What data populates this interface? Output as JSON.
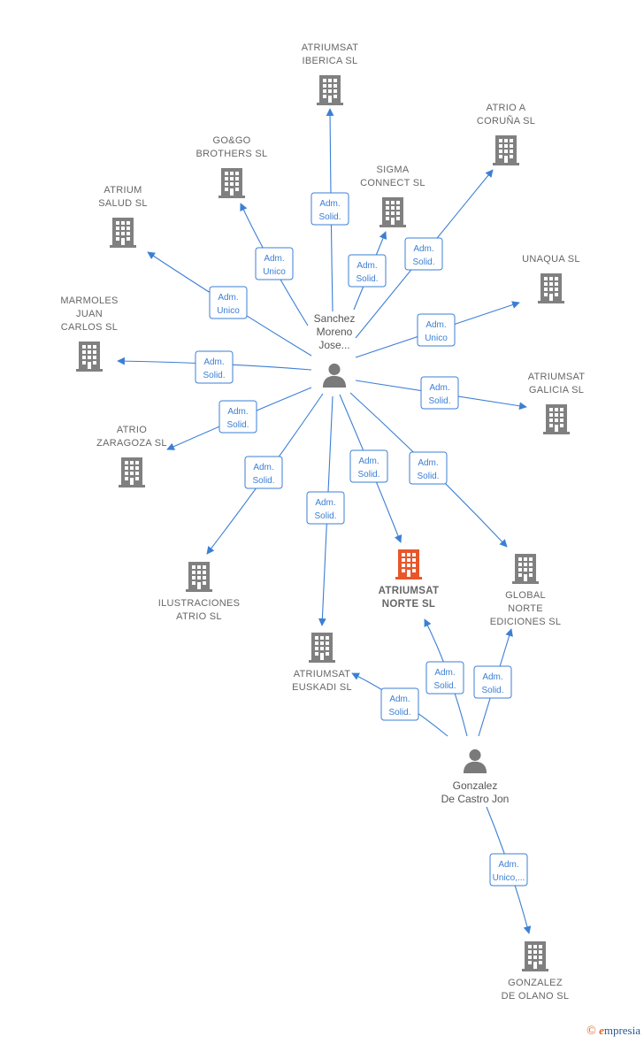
{
  "colors": {
    "edge": "#3b7fd4",
    "building": "#808080",
    "building_main": "#e8562a",
    "person": "#7a7a7a",
    "label": "#666666"
  },
  "persons": [
    {
      "id": "p1",
      "lines": [
        "Sanchez",
        "Moreno",
        "Jose..."
      ],
      "label_pos": "above",
      "icon": "person-icon"
    },
    {
      "id": "p2",
      "lines": [
        "Gonzalez",
        "De Castro Jon"
      ],
      "label_pos": "below",
      "icon": "person-icon"
    }
  ],
  "companies": [
    {
      "id": "c1",
      "lines": [
        "ATRIUMSAT",
        "IBERICA  SL"
      ],
      "label_pos": "above"
    },
    {
      "id": "c2",
      "lines": [
        "ATRIO A",
        "CORUÑA  SL"
      ],
      "label_pos": "above"
    },
    {
      "id": "c3",
      "lines": [
        "GO&GO",
        "BROTHERS  SL"
      ],
      "label_pos": "above"
    },
    {
      "id": "c4",
      "lines": [
        "SIGMA",
        "CONNECT  SL"
      ],
      "label_pos": "above"
    },
    {
      "id": "c5",
      "lines": [
        "ATRIUM",
        "SALUD  SL"
      ],
      "label_pos": "above"
    },
    {
      "id": "c6",
      "lines": [
        "UNAQUA  SL"
      ],
      "label_pos": "above"
    },
    {
      "id": "c7",
      "lines": [
        "MARMOLES",
        "JUAN",
        "CARLOS  SL"
      ],
      "label_pos": "above"
    },
    {
      "id": "c8",
      "lines": [
        "ATRIUMSAT",
        "GALICIA  SL"
      ],
      "label_pos": "above"
    },
    {
      "id": "c9",
      "lines": [
        "ATRIO",
        "ZARAGOZA  SL"
      ],
      "label_pos": "above"
    },
    {
      "id": "c10",
      "lines": [
        "ILUSTRACIONES",
        "ATRIO  SL"
      ],
      "label_pos": "below"
    },
    {
      "id": "c11",
      "lines": [
        "ATRIUMSAT",
        "NORTE  SL"
      ],
      "label_pos": "below",
      "main": true
    },
    {
      "id": "c12",
      "lines": [
        "GLOBAL",
        "NORTE",
        "EDICIONES  SL"
      ],
      "label_pos": "below"
    },
    {
      "id": "c13",
      "lines": [
        "ATRIUMSAT",
        "EUSKADI  SL"
      ],
      "label_pos": "below"
    },
    {
      "id": "c14",
      "lines": [
        "GONZALEZ",
        "DE OLANO  SL"
      ],
      "label_pos": "below"
    }
  ],
  "relations": [
    {
      "from": "p1",
      "to": "c1",
      "lines": [
        "Adm.",
        "Solid."
      ]
    },
    {
      "from": "p1",
      "to": "c2",
      "lines": [
        "Adm.",
        "Solid."
      ]
    },
    {
      "from": "p1",
      "to": "c3",
      "lines": [
        "Adm.",
        "Unico"
      ]
    },
    {
      "from": "p1",
      "to": "c4",
      "lines": [
        "Adm.",
        "Solid."
      ]
    },
    {
      "from": "p1",
      "to": "c5",
      "lines": [
        "Adm.",
        "Unico"
      ]
    },
    {
      "from": "p1",
      "to": "c6",
      "lines": [
        "Adm.",
        "Unico"
      ]
    },
    {
      "from": "p1",
      "to": "c7",
      "lines": [
        "Adm.",
        "Solid."
      ]
    },
    {
      "from": "p1",
      "to": "c8",
      "lines": [
        "Adm.",
        "Solid."
      ]
    },
    {
      "from": "p1",
      "to": "c9",
      "lines": [
        "Adm.",
        "Solid."
      ]
    },
    {
      "from": "p1",
      "to": "c10",
      "lines": [
        "Adm.",
        "Solid."
      ]
    },
    {
      "from": "p1",
      "to": "c13",
      "lines": [
        "Adm.",
        "Solid."
      ]
    },
    {
      "from": "p1",
      "to": "c11",
      "lines": [
        "Adm.",
        "Solid."
      ]
    },
    {
      "from": "p1",
      "to": "c12",
      "lines": [
        "Adm.",
        "Solid."
      ]
    },
    {
      "from": "p2",
      "to": "c13",
      "lines": [
        "Adm.",
        "Solid."
      ]
    },
    {
      "from": "p2",
      "to": "c11",
      "lines": [
        "Adm.",
        "Solid."
      ]
    },
    {
      "from": "p2",
      "to": "c12",
      "lines": [
        "Adm.",
        "Solid."
      ]
    },
    {
      "from": "p2",
      "to": "c14",
      "lines": [
        "Adm.",
        "Unico,..."
      ]
    }
  ],
  "footer": {
    "copyright": "©",
    "brand_first": "e",
    "brand_rest": "mpresia"
  }
}
